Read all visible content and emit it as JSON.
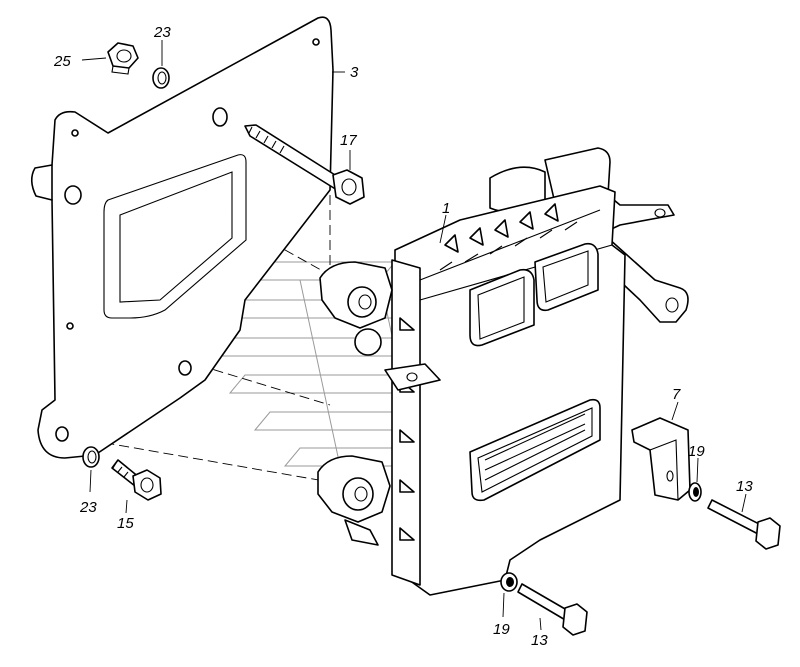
{
  "callouts": {
    "c1": "1",
    "c3": "3",
    "c7": "7",
    "c13a": "13",
    "c13b": "13",
    "c15": "15",
    "c17": "17",
    "c19a": "19",
    "c19b": "19",
    "c23a": "23",
    "c23b": "23",
    "c25": "25"
  }
}
